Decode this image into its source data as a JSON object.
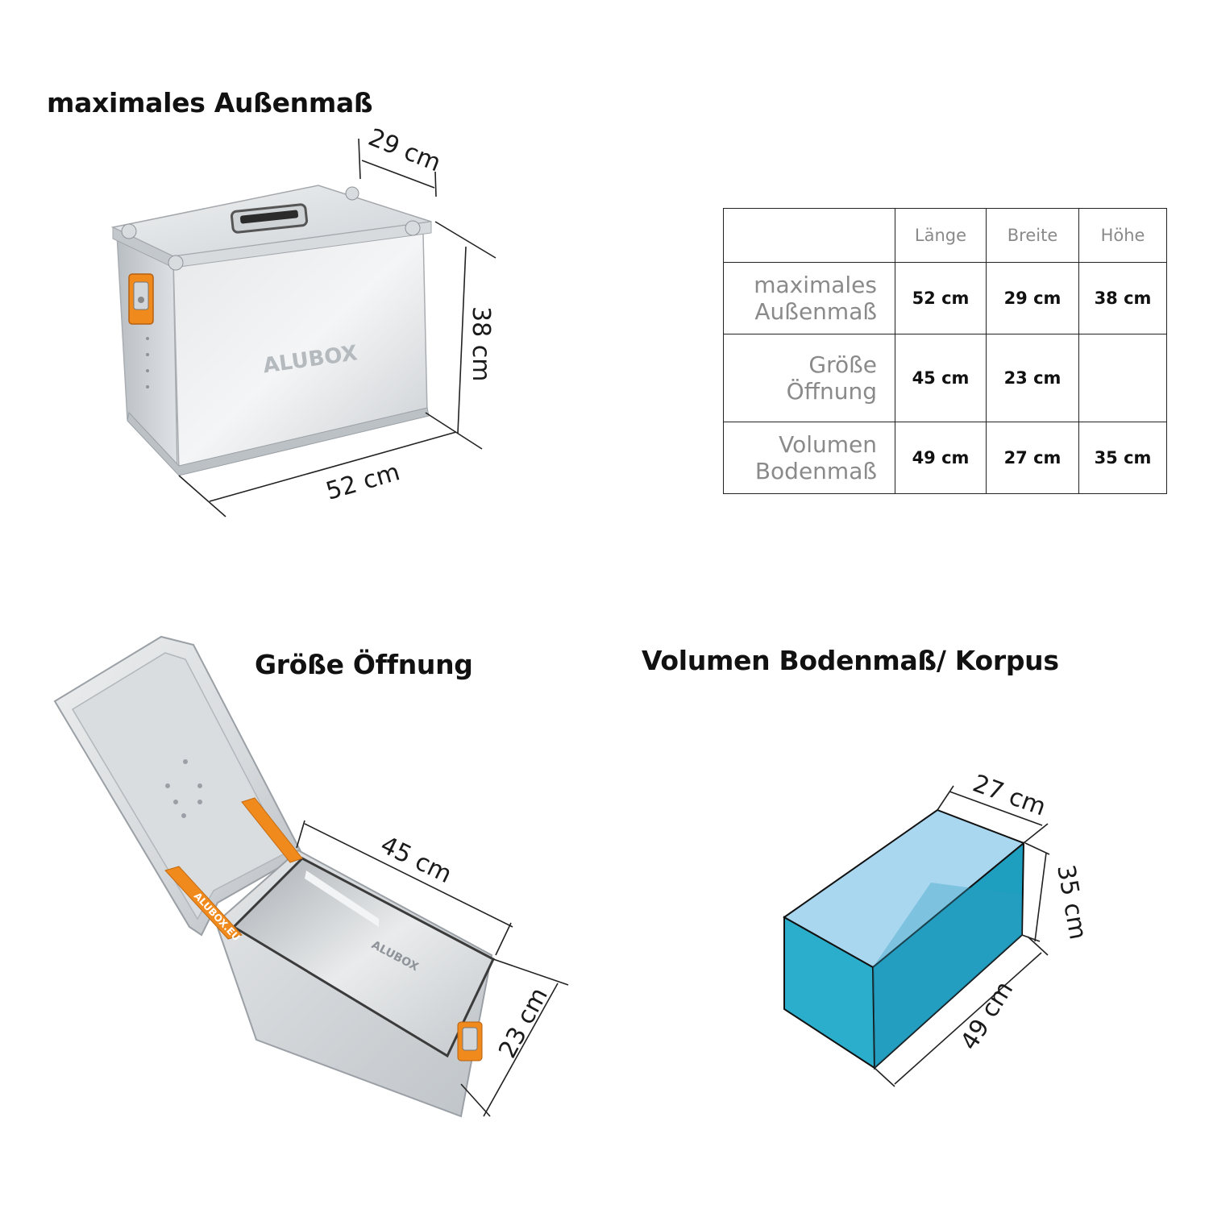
{
  "headings": {
    "outer": "maximales Außenmaß",
    "opening": "Größe Öffnung",
    "volume": "Volumen Bodenmaß/ Korpus"
  },
  "outer_dims": {
    "depth": "29 cm",
    "height": "38 cm",
    "length": "52 cm"
  },
  "opening_dims": {
    "length": "45 cm",
    "width": "23 cm"
  },
  "volume_dims": {
    "width": "27 cm",
    "height": "35 cm",
    "length": "49 cm"
  },
  "box_logo": "ALUBOX",
  "strap_logo": "ALUBOX.EU",
  "table": {
    "headers": [
      "",
      "Länge",
      "Breite",
      "Höhe"
    ],
    "rows": [
      {
        "label_line1": "maximales",
        "label_line2": "Außenmaß",
        "values": [
          "52 cm",
          "29 cm",
          "38 cm"
        ]
      },
      {
        "label_line1": "Größe",
        "label_line2": "Öffnung",
        "values": [
          "45 cm",
          "23 cm",
          ""
        ]
      },
      {
        "label_line1": "Volumen",
        "label_line2": "Bodenmaß",
        "values": [
          "49 cm",
          "27 cm",
          "35 cm"
        ]
      }
    ]
  },
  "colors": {
    "latch": "#f08a1c",
    "aluminium": "#cfd3d7",
    "volume_top": "#a9d7ef",
    "volume_side": "#1f9fc0"
  }
}
